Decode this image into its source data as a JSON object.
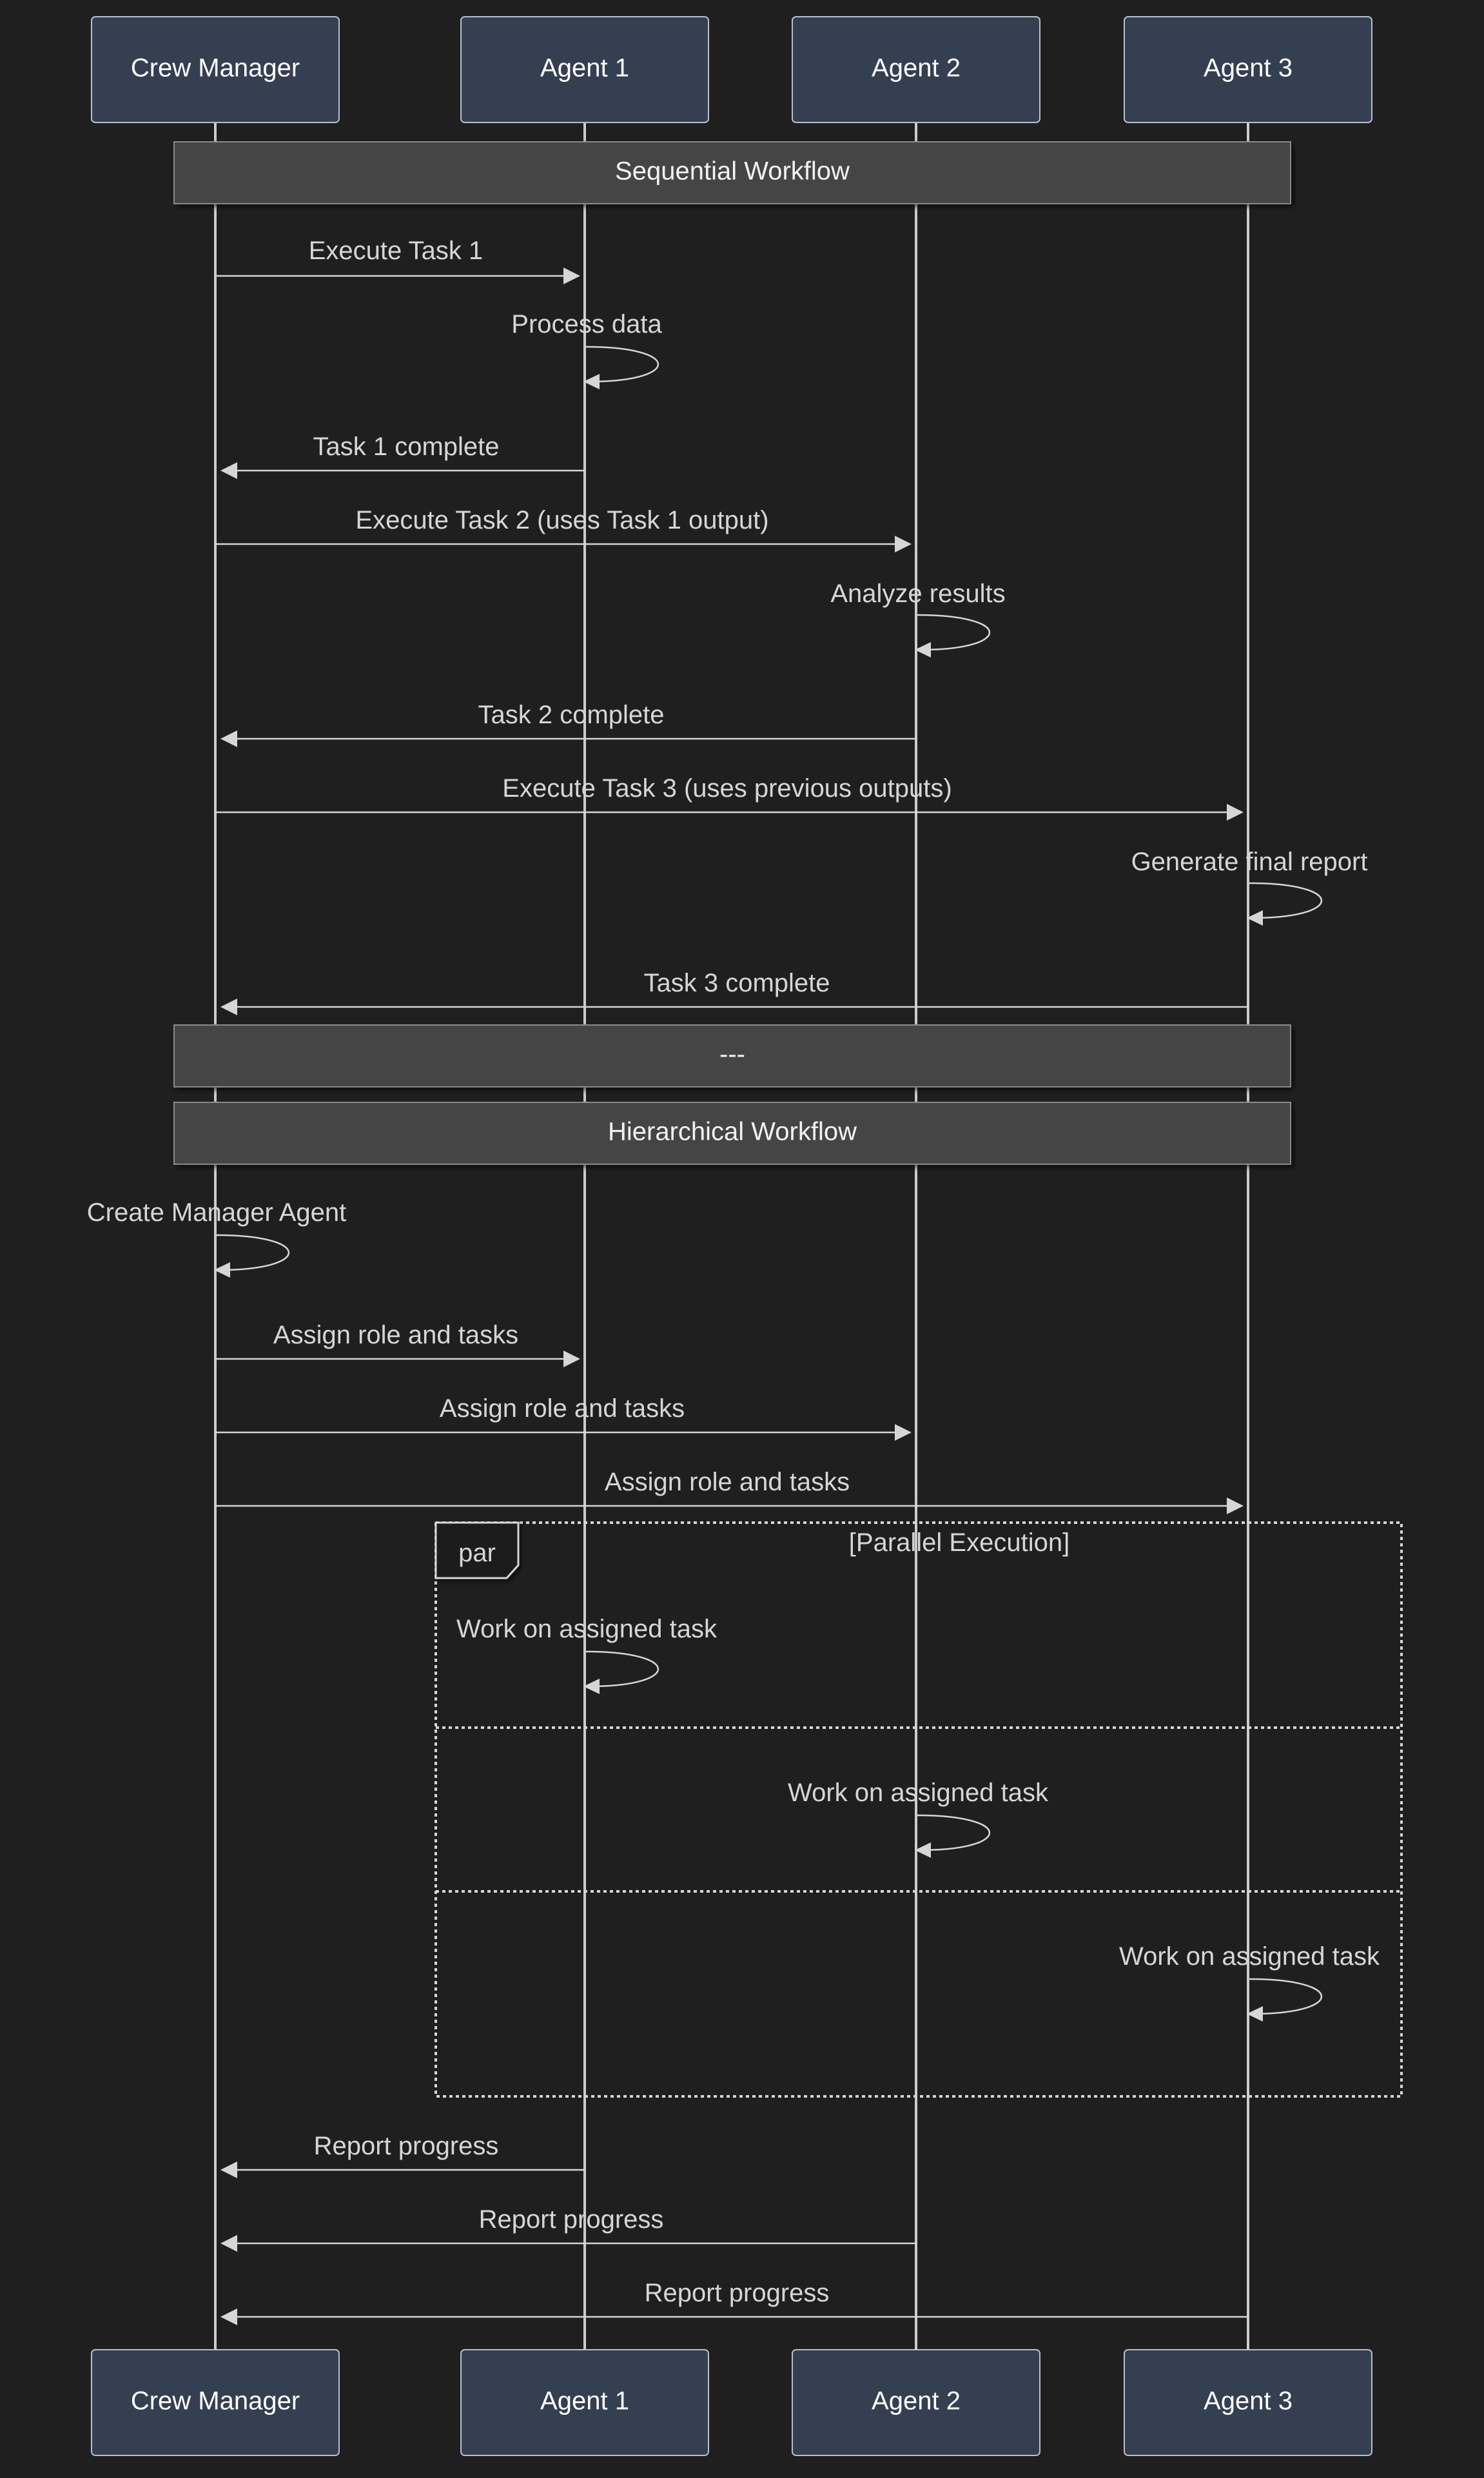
{
  "actors": [
    {
      "id": "cm",
      "label": "Crew Manager"
    },
    {
      "id": "a1",
      "label": "Agent 1"
    },
    {
      "id": "a2",
      "label": "Agent 2"
    },
    {
      "id": "a3",
      "label": "Agent 3"
    }
  ],
  "notes": {
    "sequential": "Sequential Workflow",
    "divider": "---",
    "hierarchical": "Hierarchical Workflow"
  },
  "messages": {
    "m1": "Execute Task 1",
    "m2": "Process data",
    "m3": "Task 1 complete",
    "m4": "Execute Task 2 (uses Task 1 output)",
    "m5": "Analyze results",
    "m6": "Task 2 complete",
    "m7": "Execute Task 3 (uses previous outputs)",
    "m8": "Generate final report",
    "m9": "Task 3 complete",
    "m10": "Create Manager Agent",
    "m11": "Assign role and tasks",
    "m12": "Assign role and tasks",
    "m13": "Assign role and tasks",
    "m14": "Work on assigned task",
    "m15": "Work on assigned task",
    "m16": "Work on assigned task",
    "m17": "Report progress",
    "m18": "Report progress",
    "m19": "Report progress"
  },
  "par_frame": {
    "keyword": "par",
    "condition": "[Parallel Execution]"
  }
}
